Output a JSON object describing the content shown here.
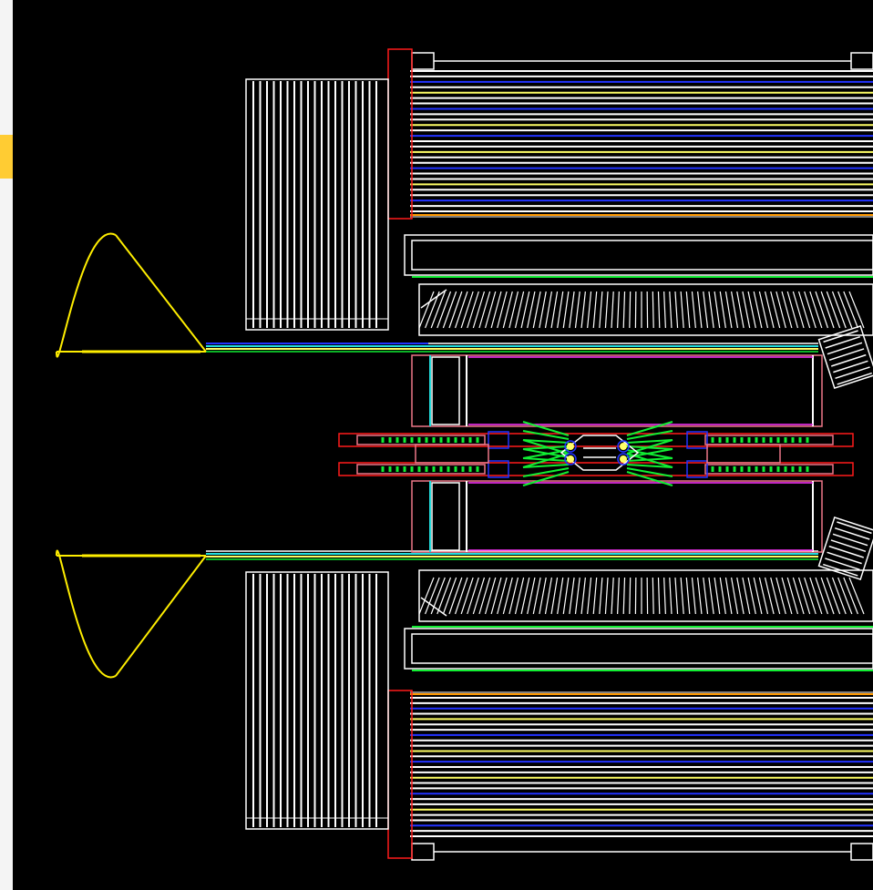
{
  "colors": {
    "page": "#f4f4f4",
    "canvas": "#000000",
    "white": "#ffffff",
    "yellow": "#ffff66",
    "bright_yellow": "#ffee00",
    "blue": "#2233ff",
    "red": "#ff1a1a",
    "dark_red": "#cc1a1a",
    "cyan": "#22dddd",
    "green": "#11ee33",
    "magenta": "#ff33ff",
    "pink": "#ee7788",
    "orange": "#ff9900",
    "highlight": "#ffcc33"
  },
  "detector_parts": {
    "outer_calorimeter": {
      "layer_pattern": [
        "white",
        "white",
        "blue",
        "white",
        "yellow",
        "white",
        "white",
        "blue",
        "white",
        "white",
        "yellow",
        "white",
        "blue",
        "white",
        "white",
        "yellow",
        "white",
        "white",
        "blue",
        "white",
        "white",
        "yellow",
        "white",
        "white",
        "blue",
        "white",
        "white"
      ]
    },
    "forward_tracker_strips": 19,
    "barrel_crystals": 75,
    "endcap_blocks": 8
  }
}
